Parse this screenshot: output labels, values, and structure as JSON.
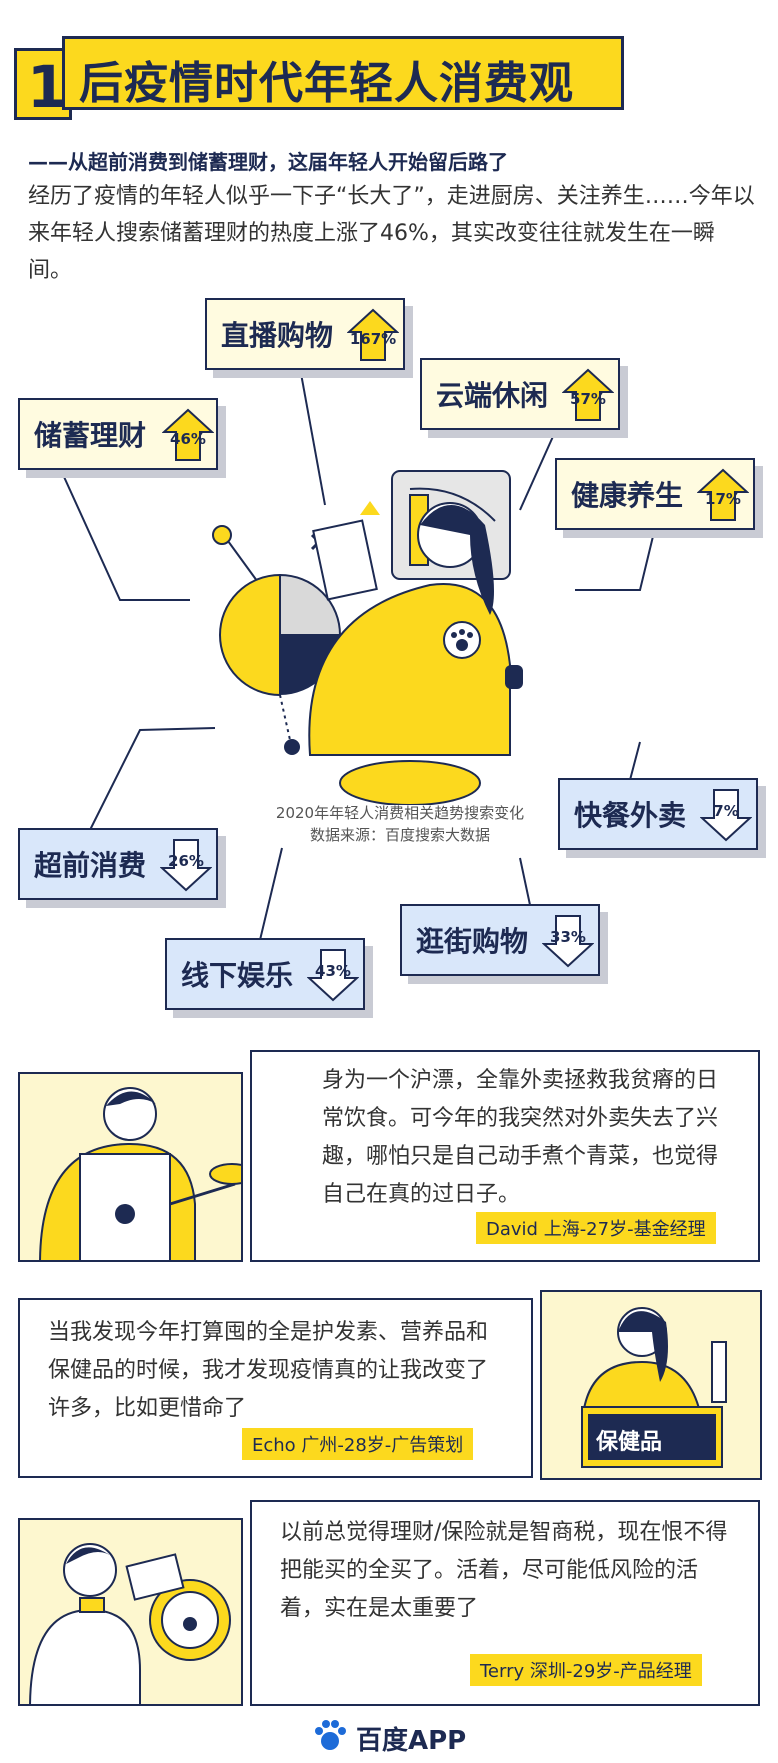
{
  "header": {
    "number": "1",
    "title": "后疫情时代年轻人消费观",
    "subtitle": "——从超前消费到储蓄理财，这届年轻人开始留后路了",
    "intro": "经历了疫情的年轻人似乎一下子“长大了”，走进厨房、关注养生……今年以来年轻人搜索储蓄理财的热度上涨了46%，其实改变往往就发生在一瞬间。"
  },
  "categories": [
    {
      "label": "直播购物",
      "percent": "167%",
      "direction": "up"
    },
    {
      "label": "云端休闲",
      "percent": "57%",
      "direction": "up"
    },
    {
      "label": "储蓄理财",
      "percent": "46%",
      "direction": "up"
    },
    {
      "label": "健康养生",
      "percent": "17%",
      "direction": "up"
    },
    {
      "label": "快餐外卖",
      "percent": "7%",
      "direction": "down"
    },
    {
      "label": "超前消费",
      "percent": "26%",
      "direction": "down"
    },
    {
      "label": "逛街购物",
      "percent": "33%",
      "direction": "down"
    },
    {
      "label": "线下娱乐",
      "percent": "43%",
      "direction": "down"
    }
  ],
  "caption": {
    "line1": "2020年年轻人消费相关趋势搜索变化",
    "line2": "数据来源：百度搜索大数据"
  },
  "stories": [
    {
      "text": "身为一个沪漂，全靠外卖拯救我贫瘠的日常饮食。可今年的我突然对外卖失去了兴趣，哪怕只是自己动手煮个青菜，也觉得自己在真的过日子。",
      "author": "David 上海-27岁-基金经理"
    },
    {
      "text": "当我发现今年打算囤的全是护发素、营养品和保健品的时候，我才发现疫情真的让我改变了许多，比如更惜命了",
      "author": "Echo 广州-28岁-广告策划",
      "box_label": "保健品"
    },
    {
      "text": "以前总觉得理财/保险就是智商税，现在恨不得把能买的全买了。活着，尽可能低风险的活着，实在是太重要了",
      "author": "Terry 深圳-29岁-产品经理"
    }
  ],
  "footer": {
    "logo": "百度APP"
  },
  "colors": {
    "yellow": "#fcd91e",
    "navy": "#1d2a52",
    "light_yellow": "#fffbe0",
    "light_blue": "#d9e7fa"
  }
}
